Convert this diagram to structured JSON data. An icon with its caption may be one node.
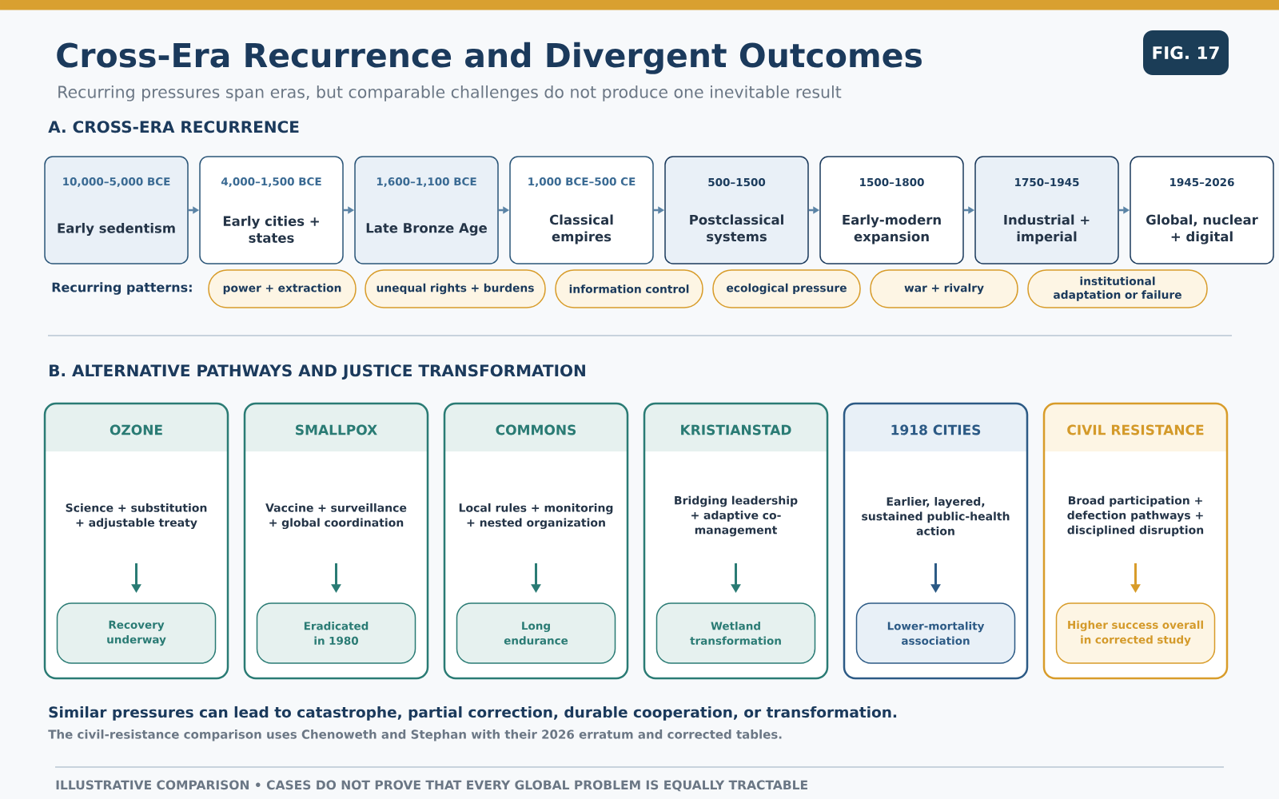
{
  "diagram": {
    "title": "Cross-Era Recurrence and Divergent Outcomes",
    "nodes": [
      {
        "text": [
          "FIG. 17"
        ]
      },
      {
        "text": [
          "10,000–5,000 BCE",
          "Early sedentism"
        ]
      },
      {
        "text": [
          "4,000–1,500 BCE",
          "Early cities + states"
        ]
      },
      {
        "text": [
          "1,600–1,100 BCE",
          "Late Bronze Age"
        ]
      },
      {
        "text": [
          "1,000 BCE–500 CE",
          "Classical empires"
        ]
      },
      {
        "text": [
          "500–1500",
          "Postclassical systems"
        ]
      },
      {
        "text": [
          "1500–1800",
          "Early-modern expansion"
        ]
      },
      {
        "text": [
          "1750–1945",
          "Industrial + imperial"
        ]
      },
      {
        "text": [
          "1945–2026",
          "Global, nuclear + digital"
        ]
      },
      {
        "text": [
          "power + extraction"
        ]
      },
      {
        "text": [
          "unequal rights + burdens"
        ]
      },
      {
        "text": [
          "information control"
        ]
      },
      {
        "text": [
          "ecological pressure"
        ]
      },
      {
        "text": [
          "war + rivalry"
        ]
      },
      {
        "text": [
          "institutional adaptation or failure"
        ]
      },
      {
        "text": [
          "OZONE"
        ]
      },
      {
        "text": [
          "Science + substitution + adjustable treaty"
        ],
        "in": 15
      },
      {
        "text": [
          "Recovery underway"
        ],
        "in": 15
      },
      {
        "text": [
          "SMALLPOX"
        ]
      },
      {
        "text": [
          "Vaccine + surveillance + global coordination"
        ],
        "in": 18
      },
      {
        "text": [
          "Eradicated in 1980"
        ],
        "in": 18
      },
      {
        "text": [
          "COMMONS"
        ]
      },
      {
        "text": [
          "Local rules + monitoring + nested organization"
        ],
        "in": 21
      },
      {
        "text": [
          "Long endurance"
        ],
        "in": 21
      },
      {
        "text": [
          "KRISTIANSTAD"
        ]
      },
      {
        "text": [
          "Bridging leadership + adaptive co-management"
        ],
        "in": 24
      },
      {
        "text": [
          "Wetland transformation"
        ],
        "in": 24
      },
      {
        "text": [
          "1918 CITIES"
        ]
      },
      {
        "text": [
          "Earlier, layered, sustained public-health action"
        ],
        "in": 27
      },
      {
        "text": [
          "Lower-mortality association"
        ],
        "in": 27
      },
      {
        "text": [
          "CIVIL RESISTANCE"
        ]
      },
      {
        "text": [
          "Broad participation + defection pathways + disciplined disruption"
        ],
        "in": 30
      },
      {
        "text": [
          "Higher success overall in corrected study"
        ],
        "in": 30
      }
    ],
    "edges": [
      {
        "from": 1,
        "to": 2,
        "arrow": "to"
      },
      {
        "from": 2,
        "to": 3,
        "arrow": "to"
      },
      {
        "from": 3,
        "to": 4,
        "arrow": "to"
      },
      {
        "from": 4,
        "to": 5,
        "arrow": "to"
      },
      {
        "from": 5,
        "to": 6,
        "arrow": "to"
      },
      {
        "from": 6,
        "to": 7,
        "arrow": "to"
      },
      {
        "from": 7,
        "to": 8,
        "arrow": "to"
      },
      {
        "from": 16,
        "to": 17,
        "arrow": "to",
        "color": "#2a7b74"
      },
      {
        "from": 19,
        "to": 20,
        "arrow": "to",
        "color": "#2a7b74"
      },
      {
        "from": 22,
        "to": 23,
        "arrow": "to",
        "color": "#2a7b74"
      },
      {
        "from": 25,
        "to": 26,
        "arrow": "to",
        "color": "#2a7b74"
      },
      {
        "from": 28,
        "to": 29,
        "arrow": "to",
        "color": "#2c5a85"
      },
      {
        "from": 31,
        "to": 32,
        "arrow": "to",
        "color": "#d89c2a"
      }
    ],
    "labels": [
      "Recurring pressures span eras, but comparable challenges do not produce one inevitable result",
      "A. CROSS-ERA RECURRENCE",
      "Recurring patterns:",
      "B. ALTERNATIVE PATHWAYS AND JUSTICE TRANSFORMATION",
      "Similar pressures can lead to catastrophe, partial correction, durable cooperation, or transformation.",
      "The civil-resistance comparison uses Chenoweth and Stephan with their 2026 erratum and corrected tables.",
      "ILLUSTRATIVE COMPARISON • CASES DO NOT PROVE THAT EVERY GLOBAL PROBLEM IS EQUALLY TRACTABLE"
    ]
  }
}
